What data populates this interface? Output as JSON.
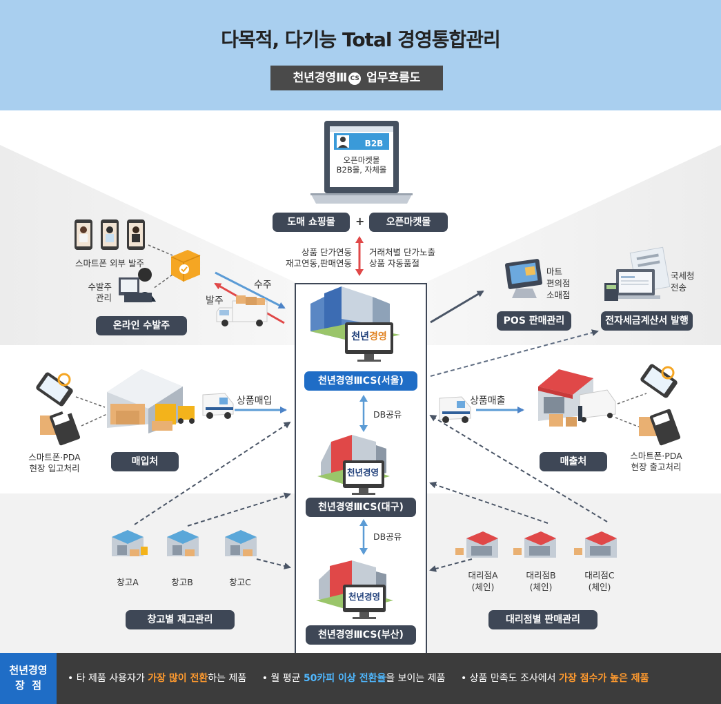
{
  "header": {
    "title": "다목적, 다기능 Total 경영통합관리",
    "subtitle_prefix": "천년경영Ⅲ",
    "subtitle_badge": "CS",
    "subtitle_suffix": "업무흐름도"
  },
  "top": {
    "laptop_badge": "B2B",
    "laptop_line1": "오픈마켓몰",
    "laptop_line2": "B2B몰, 자체몰",
    "pill_wholesale": "도매 쇼핑몰",
    "plus": "+",
    "pill_openmarket": "오픈마켓몰",
    "left_line1": "상품 단가연동",
    "left_line2": "재고연동,판매연동",
    "right_line1": "거래처별 단가노출",
    "right_line2": "상품 자동품절"
  },
  "online": {
    "phones_label": "스마트폰 외부 발주",
    "manage_line1": "수발주",
    "manage_line2": "관리",
    "receive": "수주",
    "order": "발주",
    "pill": "온라인 수발주"
  },
  "pos": {
    "mart_line1": "마트",
    "mart_line2": "편의점",
    "mart_line3": "소매점",
    "tax_line1": "국세청",
    "tax_line2": "전송",
    "pill_pos": "POS 판매관리",
    "pill_tax": "전자세금계산서 발행"
  },
  "centers": {
    "logo_text_a": "천년",
    "logo_text_b": "경영",
    "seoul": "천년경영ⅢCS(서울)",
    "daegu": "천년경영ⅢCS(대구)",
    "busan": "천년경영ⅢCS(부산)",
    "db_share_1": "DB공유",
    "db_share_2": "DB공유"
  },
  "purchase": {
    "flow": "상품매입",
    "device_line1": "스마트폰·PDA",
    "device_line2": "현장 입고처리",
    "pill": "매입처"
  },
  "sales": {
    "flow": "상품매출",
    "device_line1": "스마트폰·PDA",
    "device_line2": "현장 출고처리",
    "pill": "매출처"
  },
  "warehouse": {
    "a": "창고A",
    "b": "창고B",
    "c": "창고C",
    "pill": "창고별 재고관리"
  },
  "agency": {
    "a_line1": "대리점A",
    "a_line2": "(체인)",
    "b_line1": "대리점B",
    "b_line2": "(체인)",
    "c_line1": "대리점C",
    "c_line2": "(체인)",
    "pill": "대리점별 판매관리"
  },
  "footer": {
    "tag_line1": "천년경영",
    "tag_line2": "장  점",
    "i1_pre": "• 타 제품 사용자가 ",
    "i1_hl": "가장 많이 전환",
    "i1_post": "하는 제품",
    "i2_pre": "• 월 평균 ",
    "i2_hl": "50카피 이상 전환율",
    "i2_post": "을 보이는 제품",
    "i3_pre": "• 상품 만족도 조사에서 ",
    "i3_hl": "가장 점수가 높은 제품"
  },
  "colors": {
    "header_bg": "#a9cfef",
    "pill_dark": "#3e4756",
    "pill_blue": "#1f6dc6",
    "arrow_blue": "#5b9bd5",
    "arrow_red": "#e04848",
    "footer_bg": "#3c3c3c",
    "highlight_orange": "#ff9a2e",
    "highlight_blue": "#4fb8ff"
  }
}
